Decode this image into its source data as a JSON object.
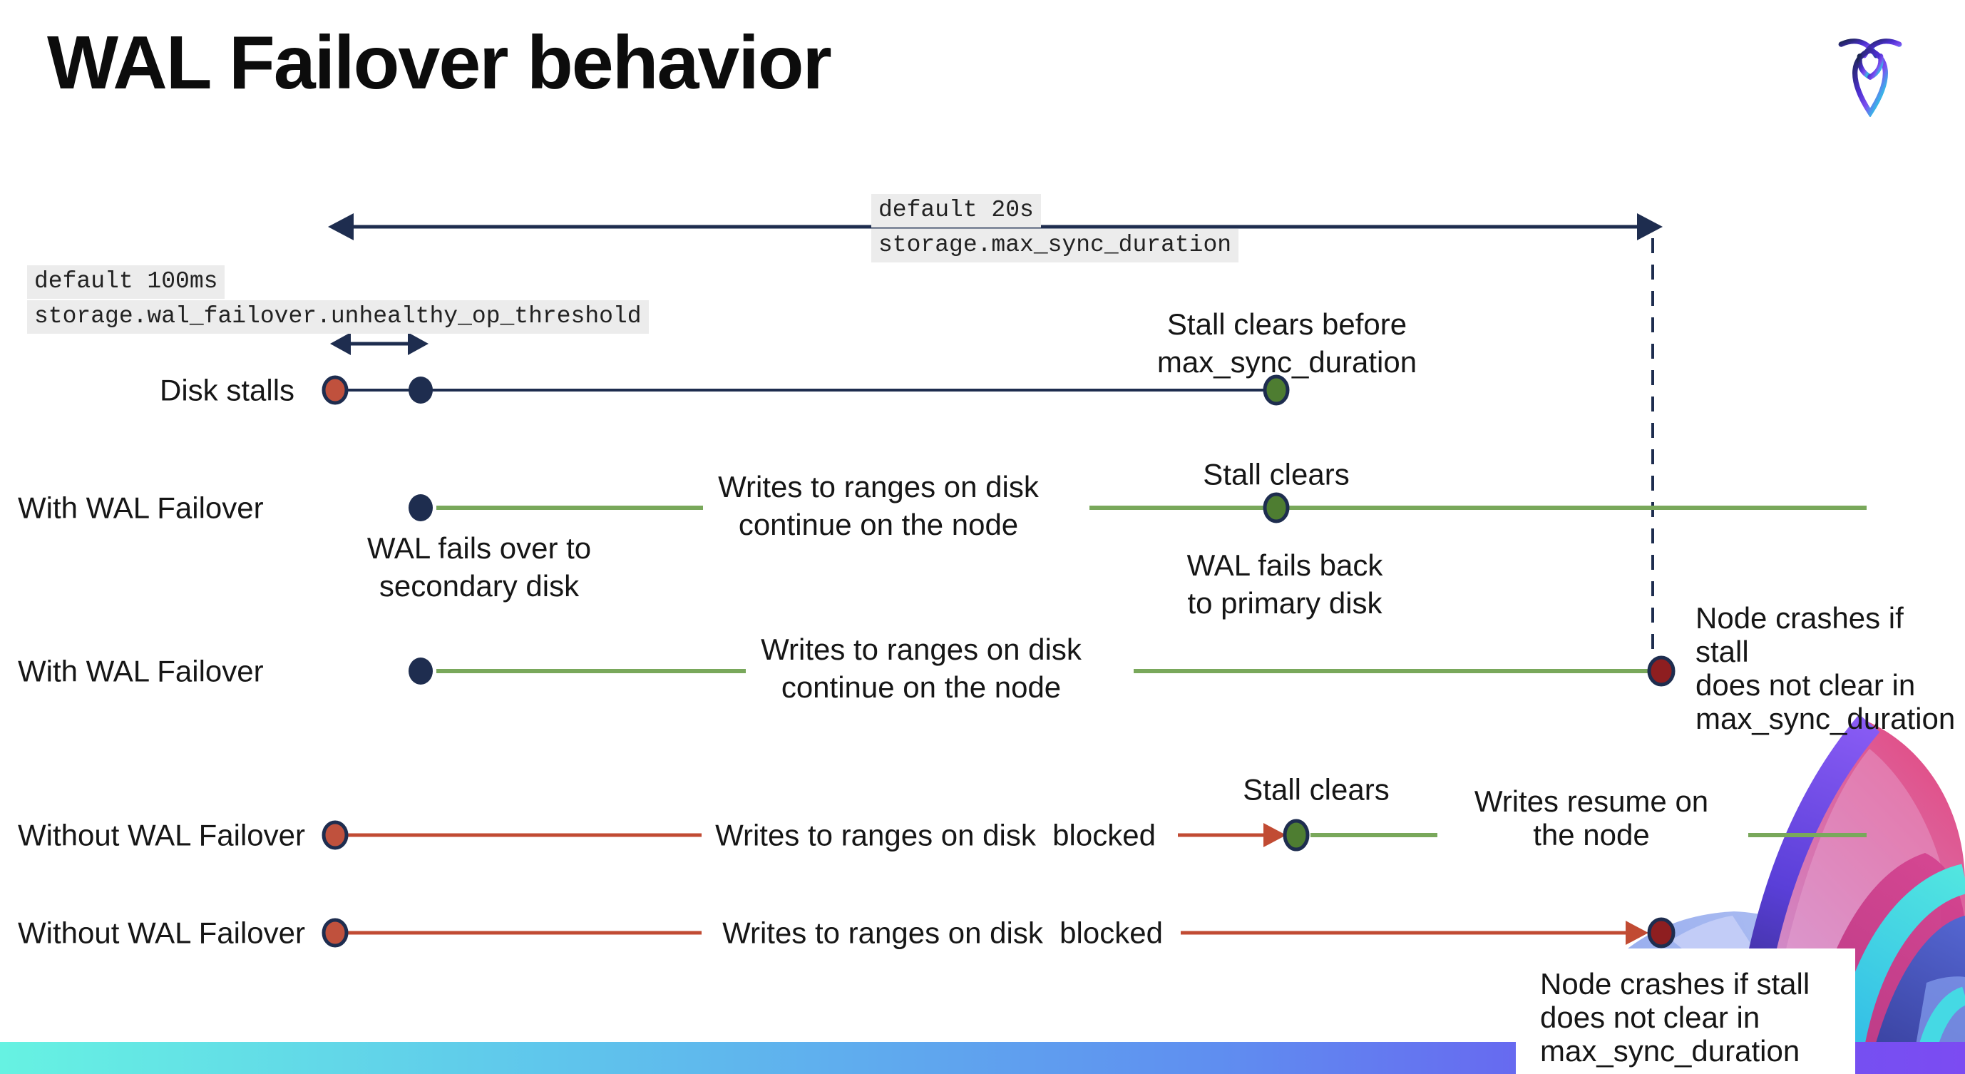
{
  "header": {
    "title": "WAL Failover behavior"
  },
  "icons": {
    "brand_logo": "cockroachdb-logo"
  },
  "config_labels": {
    "max_sync": {
      "line1": "default 20s",
      "line2": "storage.max_sync_duration"
    },
    "threshold": {
      "line1": "default 100ms",
      "line2": "storage.wal_failover.unhealthy_op_threshold"
    }
  },
  "rows": {
    "disk_stalls": {
      "label": "Disk stalls",
      "clear_note": "Stall clears before\nmax_sync_duration"
    },
    "wal_failover_1": {
      "label": "With WAL Failover",
      "failover_note": "WAL fails over to\nsecondary disk",
      "writes_note": "Writes to ranges on disk\ncontinue on the node",
      "stall_note": "Stall clears",
      "failback_note": "WAL fails  back\nto primary disk"
    },
    "wal_failover_2": {
      "label": "With WAL Failover",
      "writes_note": "Writes to ranges on disk\ncontinue on the node",
      "crash_note": "Node crashes if stall\ndoes not clear in\nmax_sync_duration"
    },
    "without_failover_1": {
      "label": "Without WAL Failover",
      "blocked_note": "Writes to ranges on disk  blocked",
      "stall_note": "Stall clears",
      "resume_note": "Writes resume on\nthe node"
    },
    "without_failover_2": {
      "label": "Without WAL Failover",
      "blocked_note": "Writes to ranges on disk  blocked",
      "crash_note": "Node crashes if stall\ndoes not clear in\nmax_sync_duration"
    }
  },
  "colors": {
    "navy": "#1e2d4f",
    "timeline_green": "#79a85b",
    "green_dot": "#4e7d31",
    "timeline_red": "#c14b33",
    "red_dot": "#c0513d",
    "crash_dot": "#8e1e20",
    "label_highlight": "#ececec",
    "bar_gradient": [
      "#66f2e2",
      "#5f8ef0",
      "#7c4bf2"
    ]
  }
}
